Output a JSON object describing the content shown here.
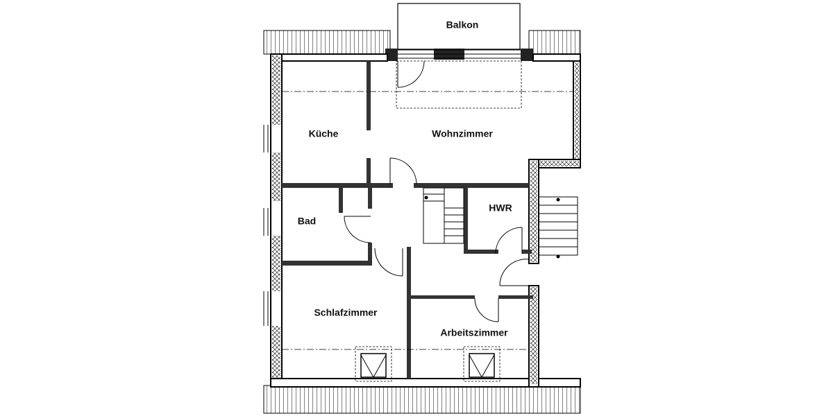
{
  "rooms": {
    "balkon": "Balkon",
    "kueche": "Küche",
    "wohnzimmer": "Wohnzimmer",
    "bad": "Bad",
    "hwr": "HWR",
    "schlafzimmer": "Schlafzimmer",
    "arbeitszimmer": "Arbeitszimmer"
  }
}
